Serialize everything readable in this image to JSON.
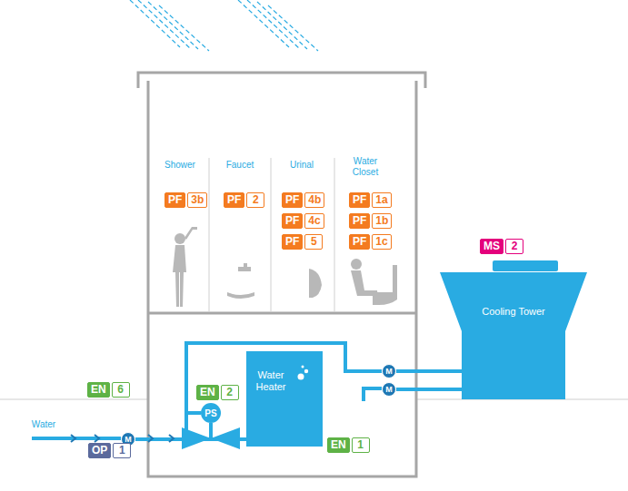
{
  "diagram": {
    "nodes": [
      {
        "text": [
          "PF",
          "3b"
        ]
      },
      {
        "text": [
          "PF",
          "2"
        ]
      },
      {
        "text": [
          "PF",
          "4b"
        ]
      },
      {
        "text": [
          "PF",
          "4c"
        ]
      },
      {
        "text": [
          "PF",
          "5"
        ]
      },
      {
        "text": [
          "PF",
          "1a"
        ]
      },
      {
        "text": [
          "PF",
          "1b"
        ]
      },
      {
        "text": [
          "PF",
          "1c"
        ]
      },
      {
        "text": [
          "MS",
          "2"
        ]
      },
      {
        "text": [
          "Cooling Tower"
        ]
      },
      {
        "text": [
          "EN",
          "6"
        ]
      },
      {
        "text": [
          "EN",
          "2"
        ]
      },
      {
        "text": [
          "PS"
        ]
      },
      {
        "text": [
          "Water Heater"
        ]
      },
      {
        "text": [
          "M"
        ]
      },
      {
        "text": [
          "M"
        ]
      },
      {
        "text": [
          "M"
        ]
      },
      {
        "text": [
          "EN",
          "1"
        ]
      },
      {
        "text": [
          "OP",
          "1"
        ]
      }
    ],
    "edges": [
      {
        "from": 16,
        "to": 12,
        "arrow": "none"
      },
      {
        "from": 12,
        "to": 13,
        "arrow": "none"
      },
      {
        "from": 12,
        "to": 14,
        "arrow": "none"
      },
      {
        "from": 14,
        "to": 9,
        "arrow": "none"
      },
      {
        "from": 15,
        "to": 9,
        "arrow": "none"
      }
    ],
    "labels": [
      "Shower",
      "Faucet",
      "Urinal",
      "Water Closet",
      "Water"
    ]
  }
}
